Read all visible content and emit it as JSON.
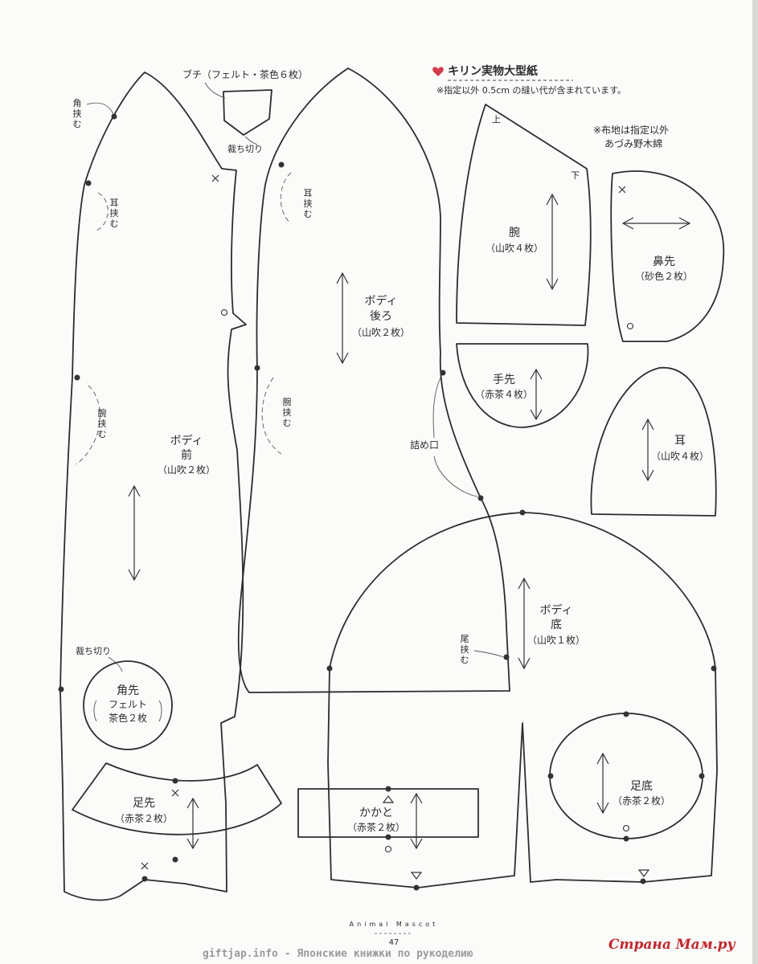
{
  "header": {
    "heart_icon_color": "#d43a4a",
    "title": "キリン実物大型紙",
    "note": "※指定以外 0.5cm の縫い代が含まれています。",
    "fabric_note_line1": "※布地は指定以外",
    "fabric_note_line2": "あづみ野木綿"
  },
  "pieces": {
    "buchi": {
      "label": "ブチ（フェルト・茶色６枚）",
      "cut_note": "裁ち切り"
    },
    "body_front": {
      "name1": "ボディ",
      "name2": "前",
      "spec": "（山吹２枚）"
    },
    "body_back": {
      "name1": "ボディ",
      "name2": "後ろ",
      "spec": "（山吹２枚）"
    },
    "arm": {
      "name": "腕",
      "spec": "（山吹４枚）",
      "mark_top": "上",
      "mark_bottom": "下"
    },
    "muzzle": {
      "name": "鼻先",
      "spec": "（砂色２枚）"
    },
    "hand": {
      "name": "手先",
      "spec": "（赤茶４枚）"
    },
    "ear": {
      "name": "耳",
      "spec": "（山吹４枚）"
    },
    "body_bottom": {
      "name1": "ボディ",
      "name2": "底",
      "spec": "（山吹１枚）"
    },
    "horn_tip": {
      "cut_note": "裁ち切り",
      "name": "角先",
      "spec1": "フェルト",
      "spec2": "茶色２枚"
    },
    "foot_tip": {
      "name": "足先",
      "spec": "（赤茶２枚）"
    },
    "heel": {
      "name": "かかと",
      "spec": "（赤茶２枚）"
    },
    "sole": {
      "name": "足底",
      "spec": "（赤茶２枚）"
    }
  },
  "annotations": {
    "horn_insert": [
      "角",
      "挟",
      "む"
    ],
    "ear_insert_front": [
      "耳",
      "挟",
      "む"
    ],
    "ear_insert_back": [
      "耳",
      "挟",
      "む"
    ],
    "arm_insert_front": [
      "腕",
      "挟",
      "む"
    ],
    "arm_insert_back": [
      "腕",
      "挟",
      "む"
    ],
    "stuffing_opening": "詰め口",
    "tail_insert": [
      "尾",
      "挟",
      "む"
    ]
  },
  "footer": {
    "brand": "Animal Mascot",
    "page_number": "47",
    "watermark_left": "giftjap.info - Японские книжки по рукоделию",
    "watermark_right": "Страна Мам.ру"
  }
}
